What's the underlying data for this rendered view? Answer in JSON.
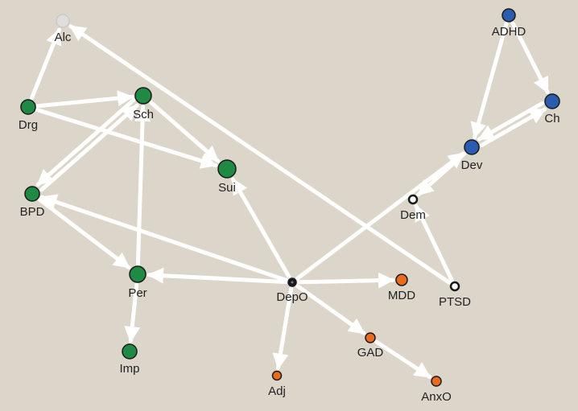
{
  "colors": {
    "background": "#dcd6ca",
    "edge": "#ffffff",
    "green": "#1f8a44",
    "blue": "#2a5db0",
    "orange": "#e86c1c",
    "grey": "#dedede",
    "dark": "#1a1a1a",
    "white": "#ffffff"
  },
  "nodes": [
    {
      "id": "Alc",
      "label": "Alc",
      "fill": "grey"
    },
    {
      "id": "Drg",
      "label": "Drg",
      "fill": "green"
    },
    {
      "id": "Sch",
      "label": "Sch",
      "fill": "green"
    },
    {
      "id": "Sui",
      "label": "Sui",
      "fill": "green"
    },
    {
      "id": "BPD",
      "label": "BPD",
      "fill": "green"
    },
    {
      "id": "Per",
      "label": "Per",
      "fill": "green"
    },
    {
      "id": "Imp",
      "label": "Imp",
      "fill": "green"
    },
    {
      "id": "DepO",
      "label": "DepO",
      "fill": "dark"
    },
    {
      "id": "MDD",
      "label": "MDD",
      "fill": "orange"
    },
    {
      "id": "GAD",
      "label": "GAD",
      "fill": "orange"
    },
    {
      "id": "AnxO",
      "label": "AnxO",
      "fill": "orange"
    },
    {
      "id": "Adj",
      "label": "Adj",
      "fill": "orange"
    },
    {
      "id": "PTSD",
      "label": "PTSD",
      "fill": "white"
    },
    {
      "id": "Dem",
      "label": "Dem",
      "fill": "white"
    },
    {
      "id": "Dev",
      "label": "Dev",
      "fill": "blue"
    },
    {
      "id": "ADHD",
      "label": "ADHD",
      "fill": "blue"
    },
    {
      "id": "Ch",
      "label": "Ch",
      "fill": "blue"
    }
  ],
  "edges": [
    {
      "from": "Drg",
      "to": "Alc"
    },
    {
      "from": "Drg",
      "to": "Sch"
    },
    {
      "from": "Drg",
      "to": "Sui"
    },
    {
      "from": "BPD",
      "to": "Sch"
    },
    {
      "from": "Sch",
      "to": "BPD"
    },
    {
      "from": "Sch",
      "to": "Sui"
    },
    {
      "from": "BPD",
      "to": "Per"
    },
    {
      "from": "Per",
      "to": "Sch"
    },
    {
      "from": "Per",
      "to": "Imp"
    },
    {
      "from": "DepO",
      "to": "BPD"
    },
    {
      "from": "DepO",
      "to": "Per"
    },
    {
      "from": "DepO",
      "to": "Sui"
    },
    {
      "from": "DepO",
      "to": "MDD"
    },
    {
      "from": "DepO",
      "to": "GAD"
    },
    {
      "from": "DepO",
      "to": "Adj"
    },
    {
      "from": "DepO",
      "to": "Dev"
    },
    {
      "from": "GAD",
      "to": "AnxO"
    },
    {
      "from": "PTSD",
      "to": "Alc"
    },
    {
      "from": "PTSD",
      "to": "Dem"
    },
    {
      "from": "Dev",
      "to": "Dem"
    },
    {
      "from": "ADHD",
      "to": "Dev"
    },
    {
      "from": "ADHD",
      "to": "Ch"
    },
    {
      "from": "Ch",
      "to": "Dev"
    },
    {
      "from": "Dev",
      "to": "Ch"
    }
  ]
}
